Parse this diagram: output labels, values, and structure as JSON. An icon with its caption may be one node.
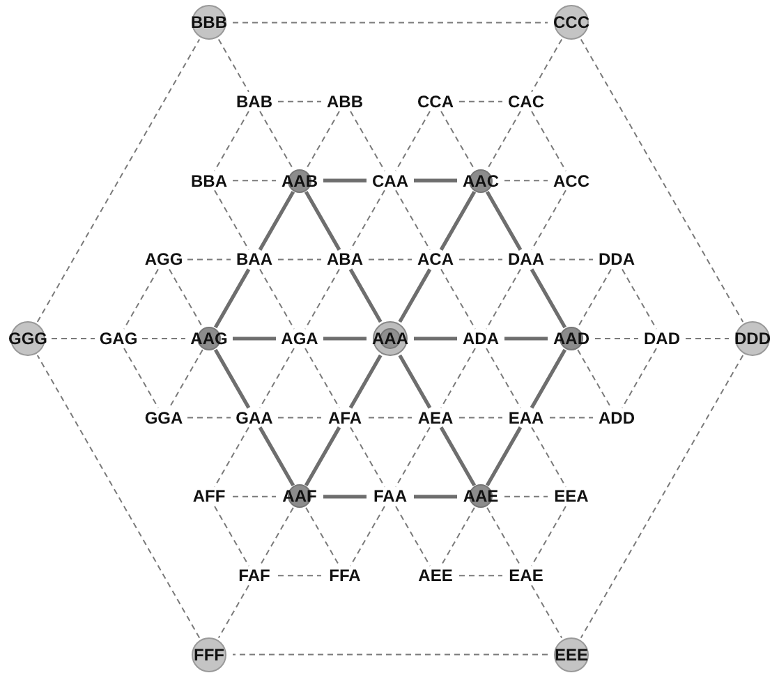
{
  "diagram": {
    "nodes": [
      {
        "text": [
          "BBB"
        ]
      },
      {
        "text": [
          "CCC"
        ]
      },
      {
        "text": [
          "BAB"
        ]
      },
      {
        "text": [
          "ABB"
        ]
      },
      {
        "text": [
          "CCA"
        ]
      },
      {
        "text": [
          "CAC"
        ]
      },
      {
        "text": [
          "BBA"
        ]
      },
      {
        "text": [
          "AAB"
        ]
      },
      {
        "text": [
          "CAA"
        ]
      },
      {
        "text": [
          "AAC"
        ]
      },
      {
        "text": [
          "ACC"
        ]
      },
      {
        "text": [
          "AGG"
        ]
      },
      {
        "text": [
          "BAA"
        ]
      },
      {
        "text": [
          "ABA"
        ]
      },
      {
        "text": [
          "ACA"
        ]
      },
      {
        "text": [
          "DAA"
        ]
      },
      {
        "text": [
          "DDA"
        ]
      },
      {
        "text": [
          "GGG"
        ]
      },
      {
        "text": [
          "GAG"
        ]
      },
      {
        "text": [
          "AAG"
        ]
      },
      {
        "text": [
          "AGA"
        ]
      },
      {
        "text": [
          "AAA"
        ]
      },
      {
        "text": [
          "ADA"
        ]
      },
      {
        "text": [
          "AAD"
        ]
      },
      {
        "text": [
          "DAD"
        ]
      },
      {
        "text": [
          "DDD"
        ]
      },
      {
        "text": [
          "GGA"
        ]
      },
      {
        "text": [
          "GAA"
        ]
      },
      {
        "text": [
          "AFA"
        ]
      },
      {
        "text": [
          "AEA"
        ]
      },
      {
        "text": [
          "EAA"
        ]
      },
      {
        "text": [
          "ADD"
        ]
      },
      {
        "text": [
          "AFF"
        ]
      },
      {
        "text": [
          "AAF"
        ]
      },
      {
        "text": [
          "FAA"
        ]
      },
      {
        "text": [
          "AAE"
        ]
      },
      {
        "text": [
          "EEA"
        ]
      },
      {
        "text": [
          "FAF"
        ]
      },
      {
        "text": [
          "FFA"
        ]
      },
      {
        "text": [
          "AEE"
        ]
      },
      {
        "text": [
          "EAE"
        ]
      },
      {
        "text": [
          "FFF"
        ]
      },
      {
        "text": [
          "EEE"
        ]
      }
    ],
    "edges": [
      {
        "from": 0,
        "to": 1,
        "arrow": "none",
        "style": "dashed"
      },
      {
        "from": 1,
        "to": 25,
        "arrow": "none",
        "style": "dashed"
      },
      {
        "from": 25,
        "to": 42,
        "arrow": "none",
        "style": "dashed"
      },
      {
        "from": 42,
        "to": 41,
        "arrow": "none",
        "style": "dashed"
      },
      {
        "from": 41,
        "to": 17,
        "arrow": "none",
        "style": "dashed"
      },
      {
        "from": 17,
        "to": 0,
        "arrow": "none",
        "style": "dashed"
      },
      {
        "from": 0,
        "to": 2,
        "arrow": "none",
        "style": "dashed"
      },
      {
        "from": 1,
        "to": 5,
        "arrow": "none",
        "style": "dashed"
      },
      {
        "from": 2,
        "to": 3,
        "arrow": "none",
        "style": "dashed"
      },
      {
        "from": 4,
        "to": 5,
        "arrow": "none",
        "style": "dashed"
      },
      {
        "from": 2,
        "to": 6,
        "arrow": "none",
        "style": "dashed"
      },
      {
        "from": 2,
        "to": 7,
        "arrow": "none",
        "style": "dashed"
      },
      {
        "from": 3,
        "to": 7,
        "arrow": "none",
        "style": "dashed"
      },
      {
        "from": 3,
        "to": 8,
        "arrow": "none",
        "style": "dashed"
      },
      {
        "from": 4,
        "to": 8,
        "arrow": "none",
        "style": "dashed"
      },
      {
        "from": 4,
        "to": 9,
        "arrow": "none",
        "style": "dashed"
      },
      {
        "from": 5,
        "to": 9,
        "arrow": "none",
        "style": "dashed"
      },
      {
        "from": 5,
        "to": 10,
        "arrow": "none",
        "style": "dashed"
      },
      {
        "from": 6,
        "to": 7,
        "arrow": "none",
        "style": "dashed"
      },
      {
        "from": 7,
        "to": 8,
        "arrow": "none",
        "style": "thick"
      },
      {
        "from": 8,
        "to": 9,
        "arrow": "none",
        "style": "thick"
      },
      {
        "from": 9,
        "to": 10,
        "arrow": "none",
        "style": "dashed"
      },
      {
        "from": 6,
        "to": 12,
        "arrow": "none",
        "style": "dashed"
      },
      {
        "from": 7,
        "to": 12,
        "arrow": "none",
        "style": "thick"
      },
      {
        "from": 7,
        "to": 13,
        "arrow": "none",
        "style": "thick"
      },
      {
        "from": 8,
        "to": 13,
        "arrow": "none",
        "style": "dashed"
      },
      {
        "from": 8,
        "to": 14,
        "arrow": "none",
        "style": "dashed"
      },
      {
        "from": 9,
        "to": 14,
        "arrow": "none",
        "style": "thick"
      },
      {
        "from": 9,
        "to": 15,
        "arrow": "none",
        "style": "thick"
      },
      {
        "from": 10,
        "to": 15,
        "arrow": "none",
        "style": "dashed"
      },
      {
        "from": 11,
        "to": 12,
        "arrow": "none",
        "style": "dashed"
      },
      {
        "from": 12,
        "to": 13,
        "arrow": "none",
        "style": "dashed"
      },
      {
        "from": 13,
        "to": 14,
        "arrow": "none",
        "style": "dashed"
      },
      {
        "from": 14,
        "to": 15,
        "arrow": "none",
        "style": "dashed"
      },
      {
        "from": 15,
        "to": 16,
        "arrow": "none",
        "style": "dashed"
      },
      {
        "from": 11,
        "to": 18,
        "arrow": "none",
        "style": "dashed"
      },
      {
        "from": 11,
        "to": 19,
        "arrow": "none",
        "style": "dashed"
      },
      {
        "from": 12,
        "to": 19,
        "arrow": "none",
        "style": "thick"
      },
      {
        "from": 12,
        "to": 20,
        "arrow": "none",
        "style": "dashed"
      },
      {
        "from": 13,
        "to": 20,
        "arrow": "none",
        "style": "dashed"
      },
      {
        "from": 13,
        "to": 21,
        "arrow": "none",
        "style": "thick"
      },
      {
        "from": 14,
        "to": 21,
        "arrow": "none",
        "style": "thick"
      },
      {
        "from": 14,
        "to": 22,
        "arrow": "none",
        "style": "dashed"
      },
      {
        "from": 15,
        "to": 22,
        "arrow": "none",
        "style": "dashed"
      },
      {
        "from": 15,
        "to": 23,
        "arrow": "none",
        "style": "thick"
      },
      {
        "from": 16,
        "to": 23,
        "arrow": "none",
        "style": "dashed"
      },
      {
        "from": 16,
        "to": 24,
        "arrow": "none",
        "style": "dashed"
      },
      {
        "from": 17,
        "to": 18,
        "arrow": "none",
        "style": "dashed"
      },
      {
        "from": 18,
        "to": 19,
        "arrow": "none",
        "style": "dashed"
      },
      {
        "from": 19,
        "to": 20,
        "arrow": "none",
        "style": "thick"
      },
      {
        "from": 20,
        "to": 21,
        "arrow": "none",
        "style": "thick"
      },
      {
        "from": 21,
        "to": 22,
        "arrow": "none",
        "style": "thick"
      },
      {
        "from": 22,
        "to": 23,
        "arrow": "none",
        "style": "thick"
      },
      {
        "from": 23,
        "to": 24,
        "arrow": "none",
        "style": "dashed"
      },
      {
        "from": 24,
        "to": 25,
        "arrow": "none",
        "style": "dashed"
      },
      {
        "from": 18,
        "to": 26,
        "arrow": "none",
        "style": "dashed"
      },
      {
        "from": 19,
        "to": 26,
        "arrow": "none",
        "style": "dashed"
      },
      {
        "from": 19,
        "to": 27,
        "arrow": "none",
        "style": "thick"
      },
      {
        "from": 20,
        "to": 27,
        "arrow": "none",
        "style": "dashed"
      },
      {
        "from": 20,
        "to": 28,
        "arrow": "none",
        "style": "dashed"
      },
      {
        "from": 21,
        "to": 28,
        "arrow": "none",
        "style": "thick"
      },
      {
        "from": 21,
        "to": 29,
        "arrow": "none",
        "style": "thick"
      },
      {
        "from": 22,
        "to": 29,
        "arrow": "none",
        "style": "dashed"
      },
      {
        "from": 22,
        "to": 30,
        "arrow": "none",
        "style": "dashed"
      },
      {
        "from": 23,
        "to": 30,
        "arrow": "none",
        "style": "thick"
      },
      {
        "from": 23,
        "to": 31,
        "arrow": "none",
        "style": "dashed"
      },
      {
        "from": 24,
        "to": 31,
        "arrow": "none",
        "style": "dashed"
      },
      {
        "from": 26,
        "to": 27,
        "arrow": "none",
        "style": "dashed"
      },
      {
        "from": 27,
        "to": 28,
        "arrow": "none",
        "style": "dashed"
      },
      {
        "from": 28,
        "to": 29,
        "arrow": "none",
        "style": "dashed"
      },
      {
        "from": 29,
        "to": 30,
        "arrow": "none",
        "style": "dashed"
      },
      {
        "from": 30,
        "to": 31,
        "arrow": "none",
        "style": "dashed"
      },
      {
        "from": 27,
        "to": 32,
        "arrow": "none",
        "style": "dashed"
      },
      {
        "from": 27,
        "to": 33,
        "arrow": "none",
        "style": "thick"
      },
      {
        "from": 28,
        "to": 33,
        "arrow": "none",
        "style": "thick"
      },
      {
        "from": 28,
        "to": 34,
        "arrow": "none",
        "style": "dashed"
      },
      {
        "from": 29,
        "to": 34,
        "arrow": "none",
        "style": "dashed"
      },
      {
        "from": 29,
        "to": 35,
        "arrow": "none",
        "style": "thick"
      },
      {
        "from": 30,
        "to": 35,
        "arrow": "none",
        "style": "thick"
      },
      {
        "from": 30,
        "to": 36,
        "arrow": "none",
        "style": "dashed"
      },
      {
        "from": 32,
        "to": 33,
        "arrow": "none",
        "style": "dashed"
      },
      {
        "from": 33,
        "to": 34,
        "arrow": "none",
        "style": "thick"
      },
      {
        "from": 34,
        "to": 35,
        "arrow": "none",
        "style": "thick"
      },
      {
        "from": 35,
        "to": 36,
        "arrow": "none",
        "style": "dashed"
      },
      {
        "from": 32,
        "to": 37,
        "arrow": "none",
        "style": "dashed"
      },
      {
        "from": 33,
        "to": 37,
        "arrow": "none",
        "style": "dashed"
      },
      {
        "from": 33,
        "to": 38,
        "arrow": "none",
        "style": "dashed"
      },
      {
        "from": 34,
        "to": 38,
        "arrow": "none",
        "style": "dashed"
      },
      {
        "from": 34,
        "to": 39,
        "arrow": "none",
        "style": "dashed"
      },
      {
        "from": 35,
        "to": 39,
        "arrow": "none",
        "style": "dashed"
      },
      {
        "from": 35,
        "to": 40,
        "arrow": "none",
        "style": "dashed"
      },
      {
        "from": 36,
        "to": 40,
        "arrow": "none",
        "style": "dashed"
      },
      {
        "from": 37,
        "to": 38,
        "arrow": "none",
        "style": "dashed"
      },
      {
        "from": 39,
        "to": 40,
        "arrow": "none",
        "style": "dashed"
      },
      {
        "from": 37,
        "to": 41,
        "arrow": "none",
        "style": "dashed"
      },
      {
        "from": 40,
        "to": 42,
        "arrow": "none",
        "style": "dashed"
      }
    ]
  }
}
